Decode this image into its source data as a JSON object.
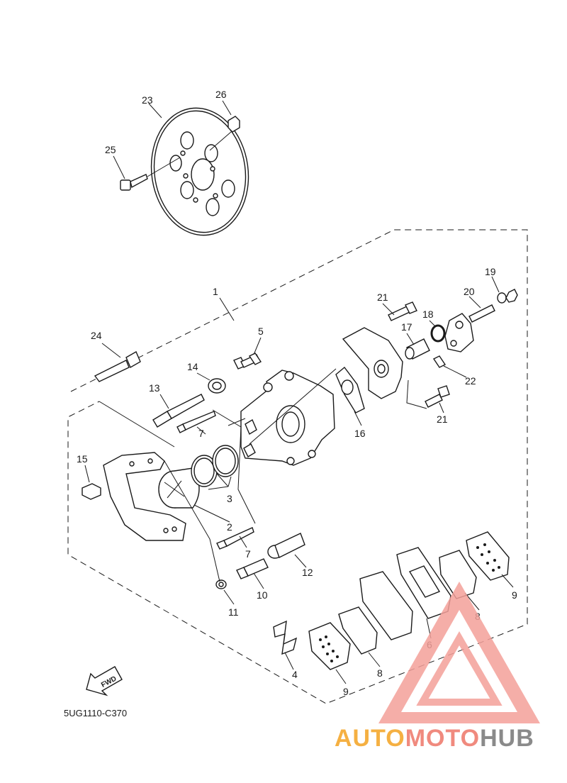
{
  "diagram_code": "5UG1110-C370",
  "fwd_label": "FWD",
  "watermark": {
    "part1": "AUTO",
    "part2": "MOTO",
    "part3": "HUB",
    "colors": {
      "part1": "#f5b042",
      "part2": "#f08a7e",
      "part3": "#8a8a8a",
      "triangle": "#f4a09a"
    }
  },
  "callouts": {
    "c1": "1",
    "c2": "2",
    "c3": "3",
    "c4": "4",
    "c5": "5",
    "c6": "6",
    "c7a": "7",
    "c7b": "7",
    "c8a": "8",
    "c8b": "8",
    "c9a": "9",
    "c9b": "9",
    "c10": "10",
    "c11": "11",
    "c12": "12",
    "c13": "13",
    "c14": "14",
    "c15": "15",
    "c16": "16",
    "c17": "17",
    "c18": "18",
    "c19": "19",
    "c20": "20",
    "c21a": "21",
    "c21b": "21",
    "c22": "22",
    "c23": "23",
    "c24": "24",
    "c25": "25",
    "c26": "26"
  }
}
